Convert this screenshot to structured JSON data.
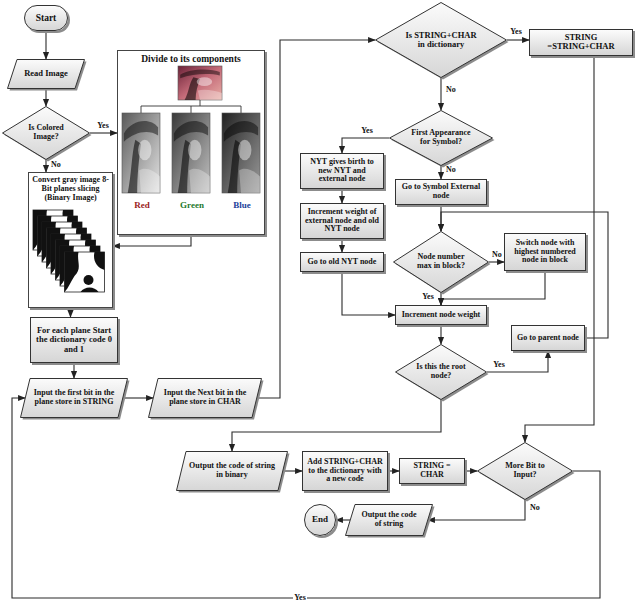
{
  "diagram": {
    "nodes": [
      {
        "text": [
          "Start"
        ]
      },
      {
        "text": [
          "Read Image"
        ]
      },
      {
        "text": [
          "Is Colored Image?"
        ]
      },
      {
        "text": [
          "Divide to its components",
          "Red",
          "Green",
          "Blue"
        ]
      },
      {
        "text": [
          "Convert gray image 8-Bit planes slicing (Binary Image)"
        ]
      },
      {
        "text": [
          "For each plane Start the dictionary code 0 and 1"
        ]
      },
      {
        "text": [
          "Input the first bit in the plane store in STRING"
        ]
      },
      {
        "text": [
          "Input the Next bit in the plane store in CHAR"
        ]
      },
      {
        "text": [
          "Is STRING+CHAR in dictionary"
        ]
      },
      {
        "text": [
          "STRING =STRING+CHAR"
        ]
      },
      {
        "text": [
          "First Appearance for Symbol?"
        ]
      },
      {
        "text": [
          "NYT gives birth to new NYT and external node"
        ]
      },
      {
        "text": [
          "Go to Symbol External node"
        ]
      },
      {
        "text": [
          "Increment weight of external node and old NYT node"
        ]
      },
      {
        "text": [
          "Go to old NYT node"
        ]
      },
      {
        "text": [
          "Node number max in block?"
        ]
      },
      {
        "text": [
          "Switch node with highest numbered node in block"
        ]
      },
      {
        "text": [
          "Increment node weight"
        ]
      },
      {
        "text": [
          "Go to parent node"
        ]
      },
      {
        "text": [
          "Is this the root node?"
        ]
      },
      {
        "text": [
          "Output the code of string in binary"
        ]
      },
      {
        "text": [
          "Add STRING+CHAR to the dictionary with a new code"
        ]
      },
      {
        "text": [
          "STRING = CHAR"
        ]
      },
      {
        "text": [
          "More Bit to Input?"
        ]
      },
      {
        "text": [
          "End"
        ]
      },
      {
        "text": [
          "Output the code of string"
        ]
      }
    ],
    "edges": [
      {
        "from": 0,
        "to": 1,
        "arrow": "to"
      },
      {
        "from": 1,
        "to": 2,
        "arrow": "to"
      },
      {
        "from": 2,
        "to": 3,
        "label": "Yes",
        "arrow": "to"
      },
      {
        "from": 2,
        "to": 4,
        "label": "No",
        "arrow": "to"
      },
      {
        "from": 3,
        "to": 4,
        "arrow": "to"
      },
      {
        "from": 4,
        "to": 5,
        "arrow": "to"
      },
      {
        "from": 5,
        "to": 6,
        "arrow": "to"
      },
      {
        "from": 6,
        "to": 7,
        "arrow": "to"
      },
      {
        "from": 7,
        "to": 8,
        "arrow": "to"
      },
      {
        "from": 8,
        "to": 9,
        "label": "Yes",
        "arrow": "to"
      },
      {
        "from": 8,
        "to": 10,
        "label": "No",
        "arrow": "to"
      },
      {
        "from": 10,
        "to": 11,
        "label": "Yes",
        "arrow": "to"
      },
      {
        "from": 10,
        "to": 12,
        "label": "No",
        "arrow": "to"
      },
      {
        "from": 11,
        "to": 13,
        "arrow": "to"
      },
      {
        "from": 13,
        "to": 14,
        "arrow": "to"
      },
      {
        "from": 14,
        "to": 17,
        "arrow": "to"
      },
      {
        "from": 12,
        "to": 15,
        "arrow": "to"
      },
      {
        "from": 15,
        "to": 16,
        "label": "No",
        "arrow": "to"
      },
      {
        "from": 16,
        "to": 17,
        "arrow": "to"
      },
      {
        "from": 15,
        "to": 17,
        "label": "Yes",
        "arrow": "to"
      },
      {
        "from": 17,
        "to": 19,
        "arrow": "to"
      },
      {
        "from": 19,
        "to": 18,
        "label": "Yes",
        "arrow": "to"
      },
      {
        "from": 18,
        "to": 15,
        "arrow": "to"
      },
      {
        "from": 19,
        "to": 20,
        "arrow": "to"
      },
      {
        "from": 20,
        "to": 21,
        "arrow": "to"
      },
      {
        "from": 21,
        "to": 22,
        "arrow": "to"
      },
      {
        "from": 22,
        "to": 23,
        "arrow": "to"
      },
      {
        "from": 9,
        "to": 23,
        "arrow": "to"
      },
      {
        "from": 23,
        "to": 25,
        "label": "No",
        "arrow": "to"
      },
      {
        "from": 25,
        "to": 24,
        "arrow": "to"
      },
      {
        "from": 23,
        "to": 6,
        "label": "Yes",
        "arrow": "to"
      }
    ]
  }
}
